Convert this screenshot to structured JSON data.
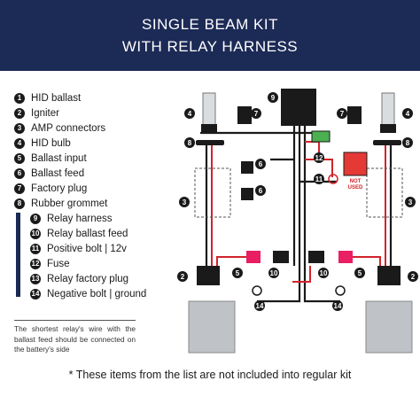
{
  "title": {
    "line1": "SINGLE BEAM KIT",
    "line2": "WITH RELAY HARNESS"
  },
  "legend": [
    {
      "n": "1",
      "label": "HID ballast"
    },
    {
      "n": "2",
      "label": "Igniter"
    },
    {
      "n": "3",
      "label": "AMP connectors"
    },
    {
      "n": "4",
      "label": "HID bulb"
    },
    {
      "n": "5",
      "label": "Ballast input"
    },
    {
      "n": "6",
      "label": "Ballast feed"
    },
    {
      "n": "7",
      "label": "Factory plug"
    },
    {
      "n": "8",
      "label": "Rubber grommet"
    },
    {
      "n": "9",
      "label": "Relay harness"
    },
    {
      "n": "10",
      "label": "Relay ballast feed"
    },
    {
      "n": "11",
      "label": "Positive bolt  | 12v"
    },
    {
      "n": "12",
      "label": "Fuse"
    },
    {
      "n": "13",
      "label": "Relay factory plug"
    },
    {
      "n": "14",
      "label": "Negative bolt  | ground"
    }
  ],
  "note": "The shortest relay's wire with the ballast feed should be connected on the battery's side",
  "not_used": {
    "line1": "NOT",
    "line2": "USED"
  },
  "footer": "* These items from the list are not included into regular kit",
  "colors": {
    "navy": "#1c2a56",
    "wire_red": "#d2232a",
    "wire_black": "#1a1a1a",
    "ballast": "#bfc3c8"
  }
}
